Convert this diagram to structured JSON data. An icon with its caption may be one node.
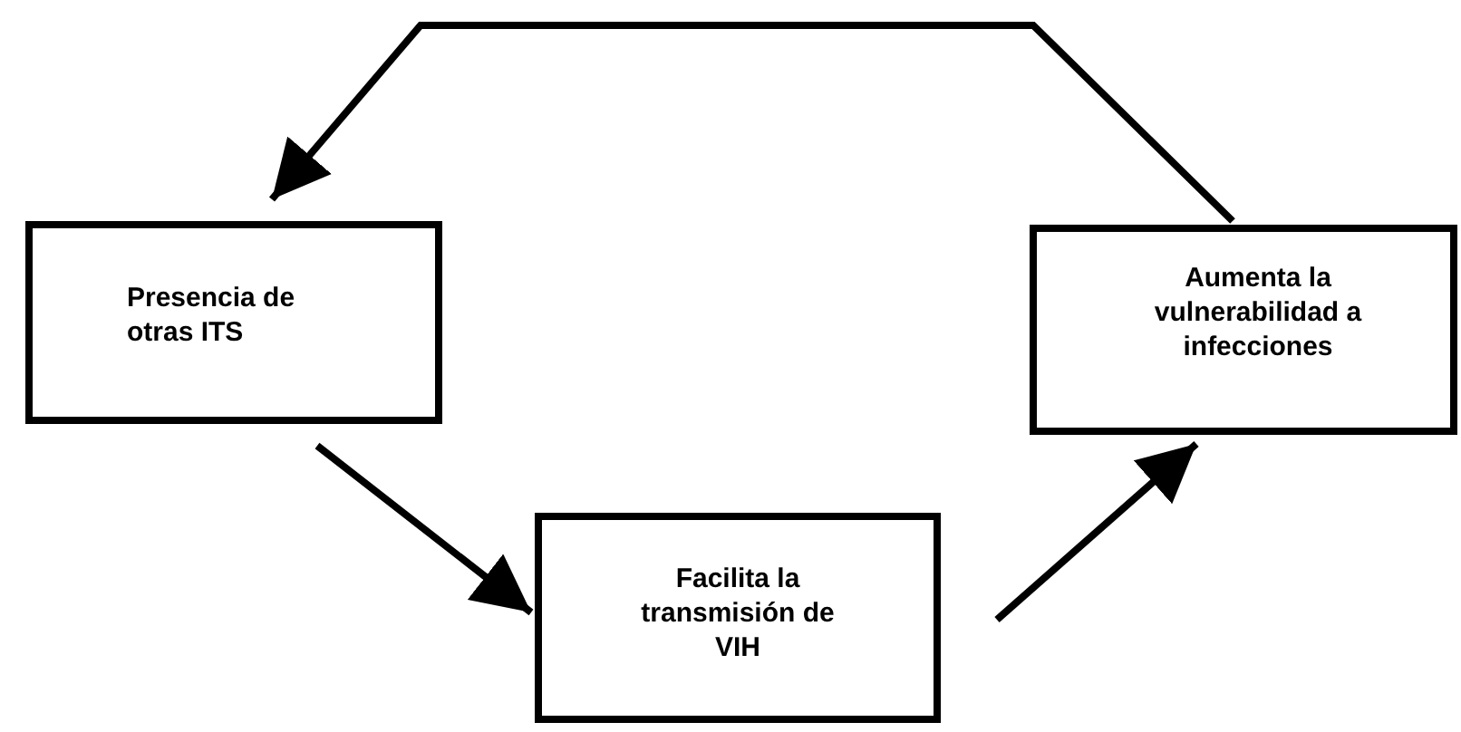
{
  "diagram": {
    "nodes": [
      {
        "text": [
          "Presencia de otras ITS"
        ]
      },
      {
        "text": [
          "Facilita la transmisión de VIH"
        ]
      },
      {
        "text": [
          "Aumenta la vulnerabilidad a infecciones"
        ]
      }
    ],
    "edges": [
      {
        "from": 0,
        "to": 1,
        "arrow": "to"
      },
      {
        "from": 1,
        "to": 2,
        "arrow": "to"
      },
      {
        "from": 2,
        "to": 0,
        "arrow": "to"
      }
    ]
  }
}
